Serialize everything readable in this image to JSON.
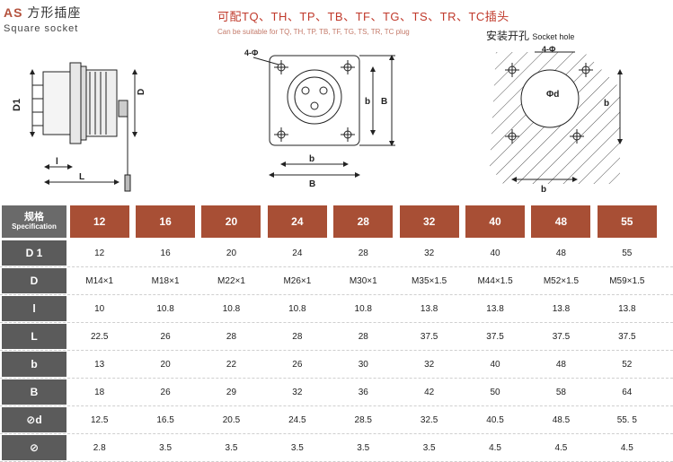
{
  "header": {
    "code": "AS",
    "title_cn": "方形插座",
    "title_en": "Square socket",
    "suitable_cn": "可配TQ、TH、TP、TB、TF、TG、TS、TR、TC插头",
    "suitable_en": "Can be suitable for TQ, TH, TP, TB, TF, TG, TS, TR, TC plug",
    "hole_cn": "安装开孔",
    "hole_en": "Socket hole"
  },
  "drawing_labels": {
    "d1": "D1",
    "d": "D",
    "l": "l",
    "L": "L",
    "phi4": "4-Φ",
    "b_small": "b",
    "B_big": "B",
    "b_right": "b",
    "B_right": "B",
    "phi_d": "Φd",
    "phi4_hole": "4-Φ",
    "b_hole": "b",
    "b_hole2": "b"
  },
  "table": {
    "spec_cn": "规格",
    "spec_en": "Specification",
    "sizes": [
      "12",
      "16",
      "20",
      "24",
      "28",
      "32",
      "40",
      "48",
      "55"
    ],
    "rows": [
      {
        "label": "D 1",
        "values": [
          "12",
          "16",
          "20",
          "24",
          "28",
          "32",
          "40",
          "48",
          "55"
        ]
      },
      {
        "label": "D",
        "values": [
          "M14×1",
          "M18×1",
          "M22×1",
          "M26×1",
          "M30×1",
          "M35×1.5",
          "M44×1.5",
          "M52×1.5",
          "M59×1.5"
        ]
      },
      {
        "label": "l",
        "values": [
          "10",
          "10.8",
          "10.8",
          "10.8",
          "10.8",
          "13.8",
          "13.8",
          "13.8",
          "13.8"
        ]
      },
      {
        "label": "L",
        "values": [
          "22.5",
          "26",
          "28",
          "28",
          "28",
          "37.5",
          "37.5",
          "37.5",
          "37.5"
        ]
      },
      {
        "label": "b",
        "values": [
          "13",
          "20",
          "22",
          "26",
          "30",
          "32",
          "40",
          "48",
          "52"
        ]
      },
      {
        "label": "B",
        "values": [
          "18",
          "26",
          "29",
          "32",
          "36",
          "42",
          "50",
          "58",
          "64"
        ]
      },
      {
        "label": "⊘d",
        "values": [
          "12.5",
          "16.5",
          "20.5",
          "24.5",
          "28.5",
          "32.5",
          "40.5",
          "48.5",
          "55. 5"
        ]
      },
      {
        "label": "⊘",
        "values": [
          "2.8",
          "3.5",
          "3.5",
          "3.5",
          "3.5",
          "3.5",
          "4.5",
          "4.5",
          "4.5"
        ]
      }
    ]
  }
}
